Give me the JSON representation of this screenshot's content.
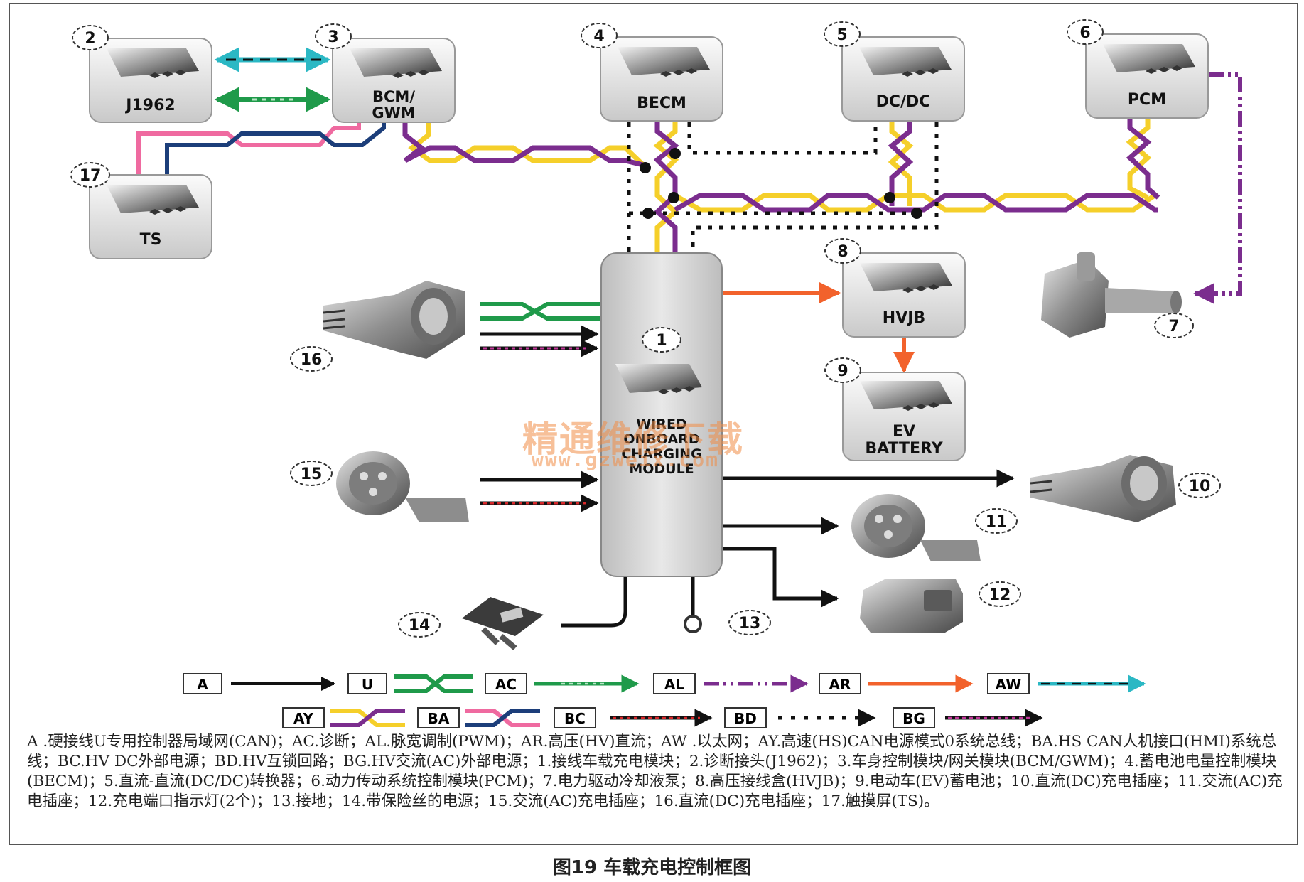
{
  "diagram": {
    "modules": {
      "m1": {
        "number": "1",
        "lines": [
          "WIRED",
          "ONBOARD",
          "CHARGING",
          "MODULE"
        ]
      },
      "m2": {
        "number": "2",
        "label": "J1962"
      },
      "m3": {
        "number": "3",
        "lines": [
          "BCM/",
          "GWM"
        ]
      },
      "m4": {
        "number": "4",
        "label": "BECM"
      },
      "m5": {
        "number": "5",
        "label": "DC/DC"
      },
      "m6": {
        "number": "6",
        "label": "PCM"
      },
      "m8": {
        "number": "8",
        "label": "HVJB"
      },
      "m9": {
        "number": "9",
        "lines": [
          "EV",
          "BATTERY"
        ]
      },
      "m17": {
        "number": "17",
        "label": "TS"
      }
    },
    "components": {
      "c7": {
        "number": "7",
        "icon": "coolant-pump-icon"
      },
      "c10": {
        "number": "10",
        "icon": "dc-inlet-icon"
      },
      "c11": {
        "number": "11",
        "icon": "ac-inlet-icon"
      },
      "c12": {
        "number": "12",
        "icon": "indicator-lamp-icon"
      },
      "c13": {
        "number": "13",
        "icon": "ground-icon"
      },
      "c14": {
        "number": "14",
        "icon": "fuse-icon"
      },
      "c15": {
        "number": "15",
        "icon": "ac-inlet-icon"
      },
      "c16": {
        "number": "16",
        "icon": "dc-inlet-icon"
      }
    },
    "legend": [
      {
        "code": "A",
        "style": "hardwired"
      },
      {
        "code": "U",
        "style": "dedicated-can"
      },
      {
        "code": "AC",
        "style": "diagnostic"
      },
      {
        "code": "AL",
        "style": "pwm"
      },
      {
        "code": "AR",
        "style": "hv-dc"
      },
      {
        "code": "AW",
        "style": "ethernet"
      },
      {
        "code": "AY",
        "style": "hs-can-pm0"
      },
      {
        "code": "BA",
        "style": "hs-can-hmi"
      },
      {
        "code": "BC",
        "style": "hv-dc-external"
      },
      {
        "code": "BD",
        "style": "hv-interlock"
      },
      {
        "code": "BG",
        "style": "hv-ac-external"
      }
    ],
    "colors": {
      "black": "#111111",
      "purple": "#7b2d8e",
      "yellow": "#f5cf2a",
      "green": "#1f9a4a",
      "orange": "#f2622c",
      "teal": "#2bb8c4",
      "pink": "#ef6aa0",
      "navy": "#1c3e7a",
      "red": "#d8282a",
      "magenta": "#c2379a"
    }
  },
  "watermark": {
    "line1": "精通维修下载",
    "line2": "www.gzweix.com"
  },
  "caption": "A .硬接线U专用控制器局域网(CAN)；AC.诊断；AL.脉宽调制(PWM)；AR.高压(HV)直流；AW .以太网；AY.高速(HS)CAN电源模式0系统总线；BA.HS CAN人机接口(HMI)系统总线；BC.HV DC外部电源；BD.HV互锁回路；BG.HV交流(AC)外部电源；1.接线车载充电模块；2.诊断接头(J1962)；3.车身控制模块/网关模块(BCM/GWM)；4.蓄电池电量控制模块(BECM)；5.直流-直流(DC/DC)转换器；6.动力传动系统控制模块(PCM)；7.电力驱动冷却液泵；8.高压接线盒(HVJB)；9.电动车(EV)蓄电池；10.直流(DC)充电插座；11.交流(AC)充电插座；12.充电端口指示灯(2个)；13.接地；14.带保险丝的电源；15.交流(AC)充电插座；16.直流(DC)充电插座；17.触摸屏(TS)。",
  "figure_title": "图19 车载充电控制框图"
}
